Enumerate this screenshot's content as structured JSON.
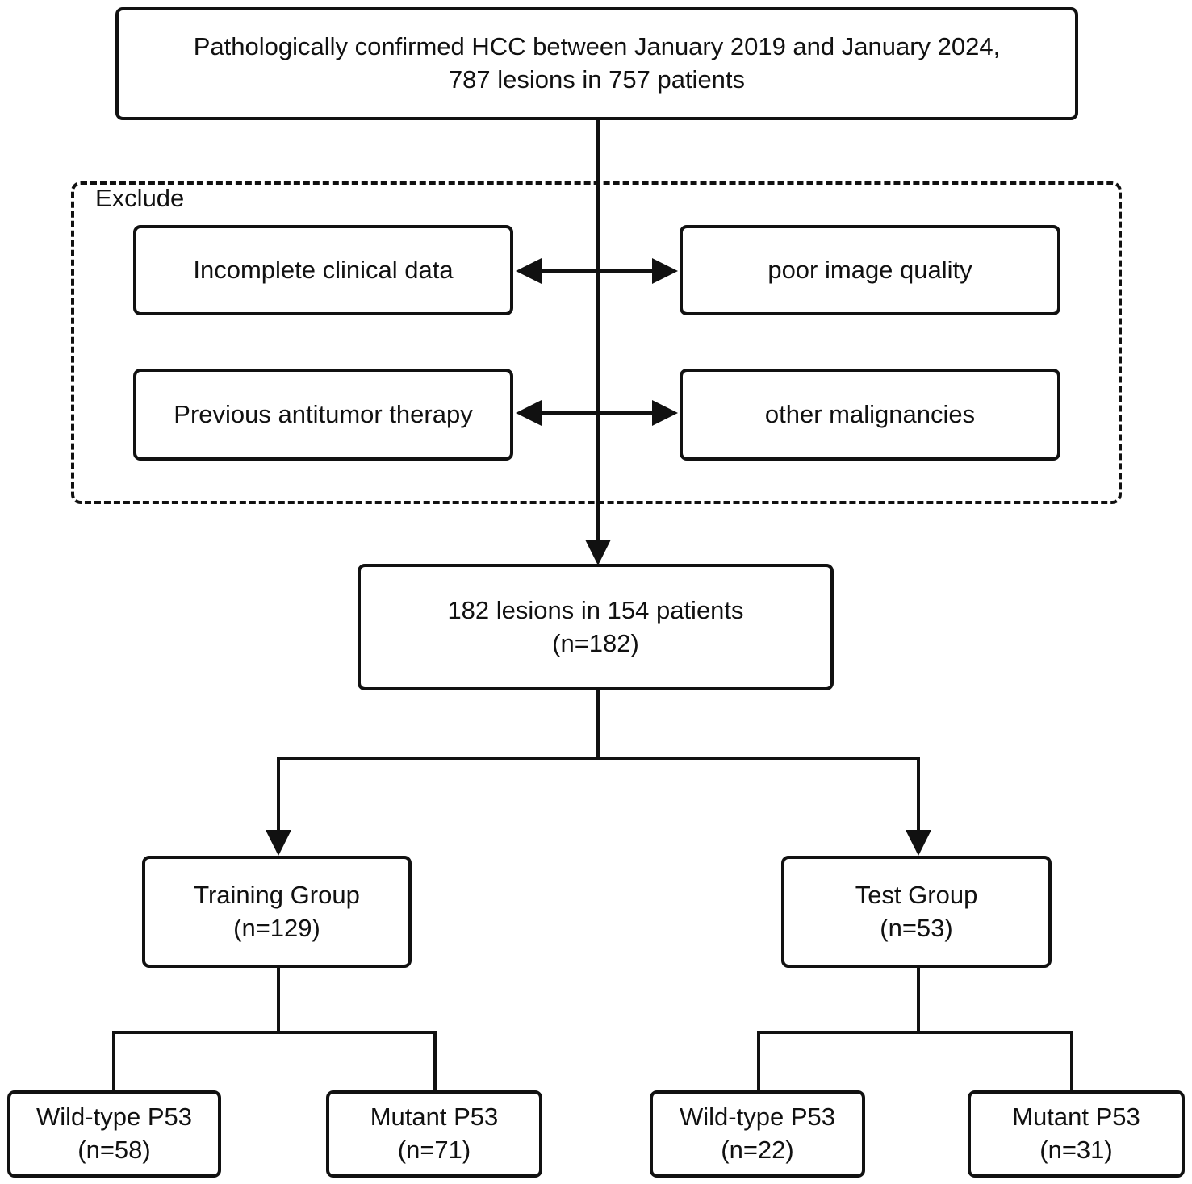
{
  "start": {
    "line1": "Pathologically confirmed HCC between January 2019 and January 2024,",
    "line2": "787 lesions in 757 patients"
  },
  "exclude": {
    "label": "Exclude",
    "items": [
      "Incomplete clinical data",
      "poor image quality",
      "Previous antitumor therapy",
      "other malignancies"
    ]
  },
  "included": {
    "line1": "182 lesions in 154 patients",
    "line2": "(n=182)"
  },
  "training": {
    "line1": "Training Group",
    "line2": "(n=129)",
    "wild": {
      "line1": "Wild-type P53",
      "line2": "(n=58)"
    },
    "mutant": {
      "line1": "Mutant P53",
      "line2": "(n=71)"
    }
  },
  "test": {
    "line1": "Test Group",
    "line2": "(n=53)",
    "wild": {
      "line1": "Wild-type P53",
      "line2": "(n=22)"
    },
    "mutant": {
      "line1": "Mutant P53",
      "line2": "(n=31)"
    }
  }
}
